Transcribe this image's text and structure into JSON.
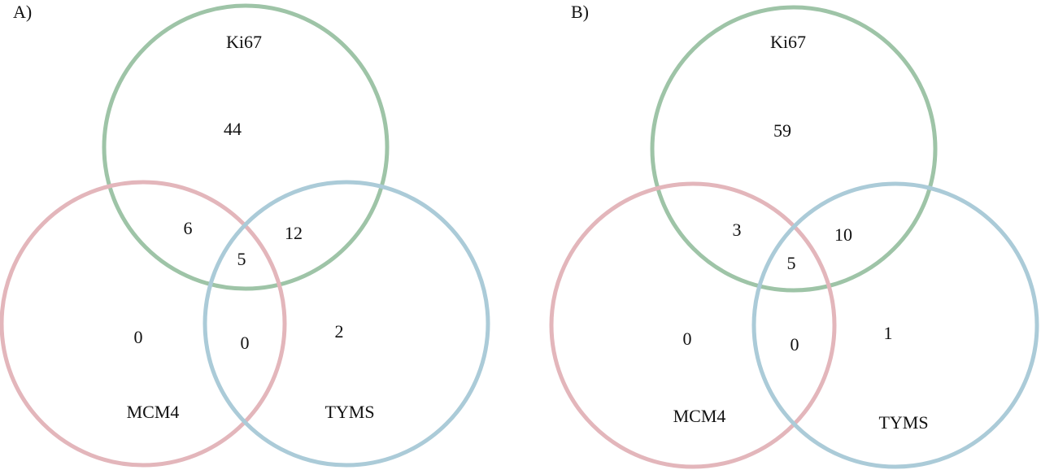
{
  "colors": {
    "ki67": "#9ec4a7",
    "mcm4": "#e3b6bb",
    "tyms": "#abcbd8"
  },
  "panels": [
    {
      "label": "A)",
      "sets": {
        "ki67": "Ki67",
        "mcm4": "MCM4",
        "tyms": "TYMS"
      },
      "counts": {
        "ki67_only": "44",
        "ki67_mcm4": "6",
        "ki67_tyms": "12",
        "all": "5",
        "mcm4_only": "0",
        "mcm4_tyms": "0",
        "tyms_only": "2"
      }
    },
    {
      "label": "B)",
      "sets": {
        "ki67": "Ki67",
        "mcm4": "MCM4",
        "tyms": "TYMS"
      },
      "counts": {
        "ki67_only": "59",
        "ki67_mcm4": "3",
        "ki67_tyms": "10",
        "all": "5",
        "mcm4_only": "0",
        "mcm4_tyms": "0",
        "tyms_only": "1"
      }
    }
  ]
}
